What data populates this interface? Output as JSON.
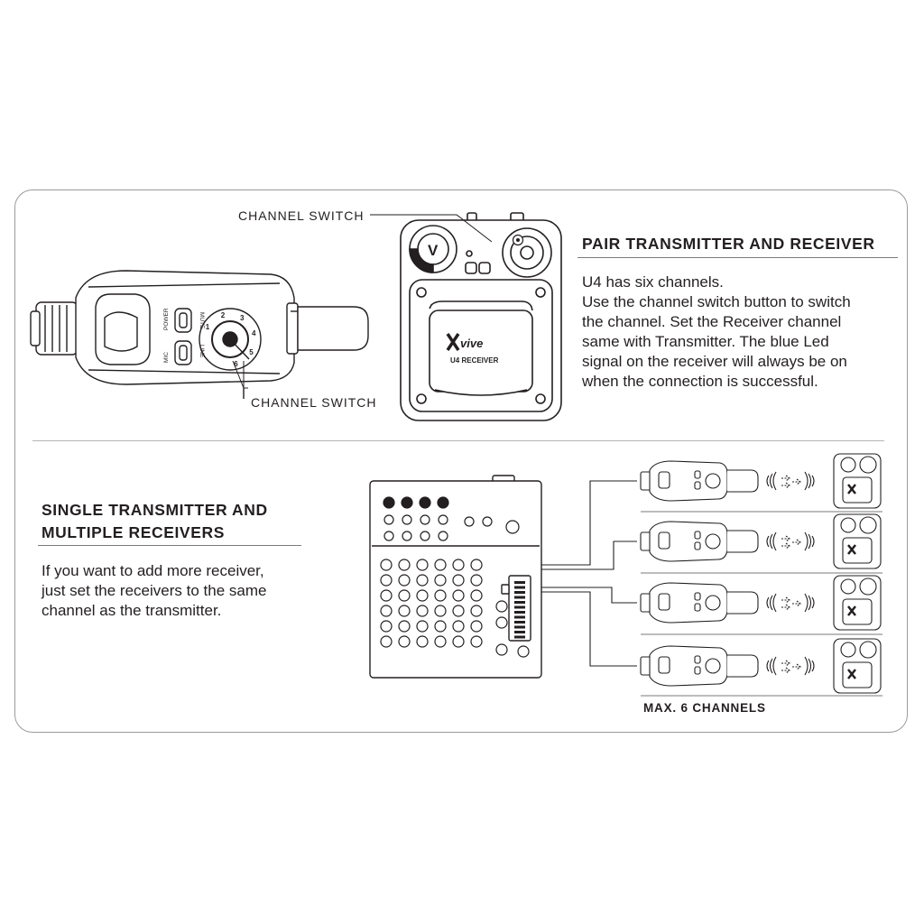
{
  "top_section": {
    "heading": "PAIR TRANSMITTER AND RECEIVER",
    "paragraph": [
      "U4 has six channels.",
      "Use the channel switch button to switch",
      "the channel. Set the Receiver channel",
      "same with Transmitter. The blue Led",
      "signal on the receiver will always be on",
      "when the connection is successful."
    ],
    "callout_receiver": "CHANNEL SWITCH",
    "callout_transmitter": "CHANNEL SWITCH",
    "transmitter_labels": {
      "power": "POWER",
      "mute": "MUTE",
      "line": "LINE",
      "mic": "MIC"
    },
    "channel_numbers": [
      "1",
      "2",
      "3",
      "4",
      "5",
      "6"
    ],
    "receiver_brand": "vive",
    "receiver_model": "U4 RECEIVER"
  },
  "bottom_section": {
    "heading_lines": [
      "SINGLE TRANSMITTER AND",
      "MULTIPLE RECEIVERS"
    ],
    "paragraph": [
      "If you want to add more receiver,",
      "just set the receivers to the same",
      "channel as the transmitter."
    ],
    "caption": "MAX. 6 CHANNELS"
  }
}
